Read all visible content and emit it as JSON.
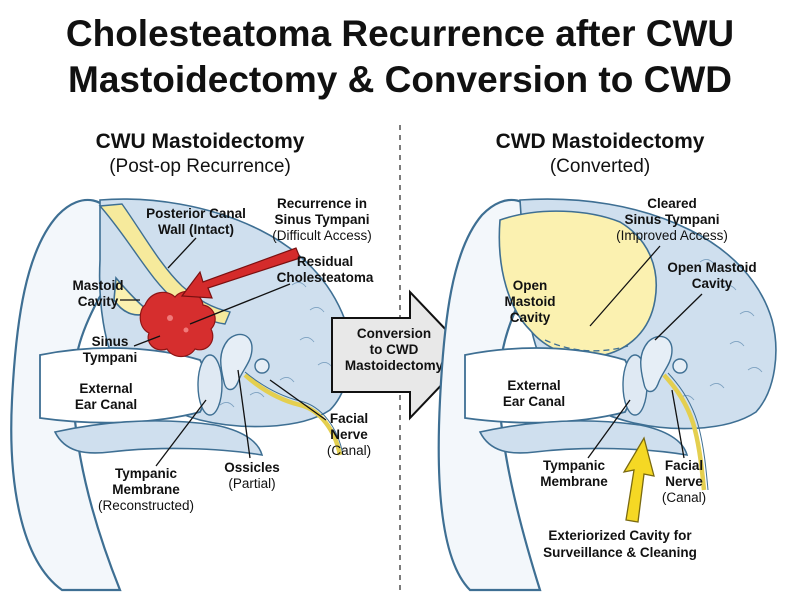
{
  "title": {
    "line1": "Cholesteatoma Recurrence after CWU",
    "line2": "Mastoidectomy & Conversion to CWD"
  },
  "left_panel": {
    "heading": "CWU Mastoidectomy",
    "subheading": "(Post-op Recurrence)",
    "labels": {
      "posterior_canal_wall_1": "Posterior Canal",
      "posterior_canal_wall_2": "Wall (Intact)",
      "recurrence_1": "Recurrence in",
      "recurrence_2": "Sinus Tympani",
      "recurrence_3": "(Difficult Access)",
      "residual_1": "Residual",
      "residual_2": "Cholesteatoma",
      "mastoid_cavity_1": "Mastoid",
      "mastoid_cavity_2": "Cavity",
      "sinus_tympani_1": "Sinus",
      "sinus_tympani_2": "Tympani",
      "external_ear_canal_1": "External",
      "external_ear_canal_2": "Ear Canal",
      "facial_nerve_1": "Facial",
      "facial_nerve_2": "Nerve",
      "facial_nerve_3": "(Canal)",
      "tympanic_membrane_1": "Tympanic",
      "tympanic_membrane_2": "Membrane",
      "tympanic_membrane_3": "(Reconstructed)",
      "ossicles_1": "Ossicles",
      "ossicles_2": "(Partial)"
    }
  },
  "center": {
    "conversion_1": "Conversion",
    "conversion_2": "to CWD",
    "conversion_3": "Mastoidectomy"
  },
  "right_panel": {
    "heading": "CWD Mastoidectomy",
    "subheading": "(Converted)",
    "labels": {
      "cleared_1": "Cleared",
      "cleared_2": "Sinus Tympani",
      "cleared_3": "(Improved Access)",
      "open_mastoid_left_1": "Open",
      "open_mastoid_left_2": "Mastoid",
      "open_mastoid_left_3": "Cavity",
      "open_mastoid_right_1": "Open Mastoid",
      "open_mastoid_right_2": "Cavity",
      "external_ear_canal_1": "External",
      "external_ear_canal_2": "Ear Canal",
      "tympanic_membrane_1": "Tympanic",
      "tympanic_membrane_2": "Membrane",
      "facial_nerve_1": "Facial",
      "facial_nerve_2": "Nerve",
      "facial_nerve_3": "(Canal)",
      "exteriorized_1": "Exteriorized Cavity for",
      "exteriorized_2": "Surveillance & Cleaning"
    }
  },
  "colors": {
    "outline": "#3e6f93",
    "bone": "#cfdfee",
    "cholesteatoma": "#d62e2e",
    "cavity": "#f6ea9c",
    "arrow_red": "#d42b2b",
    "arrow_yellow": "#f5d824",
    "conversion_arrow": "#e8e8e8"
  }
}
